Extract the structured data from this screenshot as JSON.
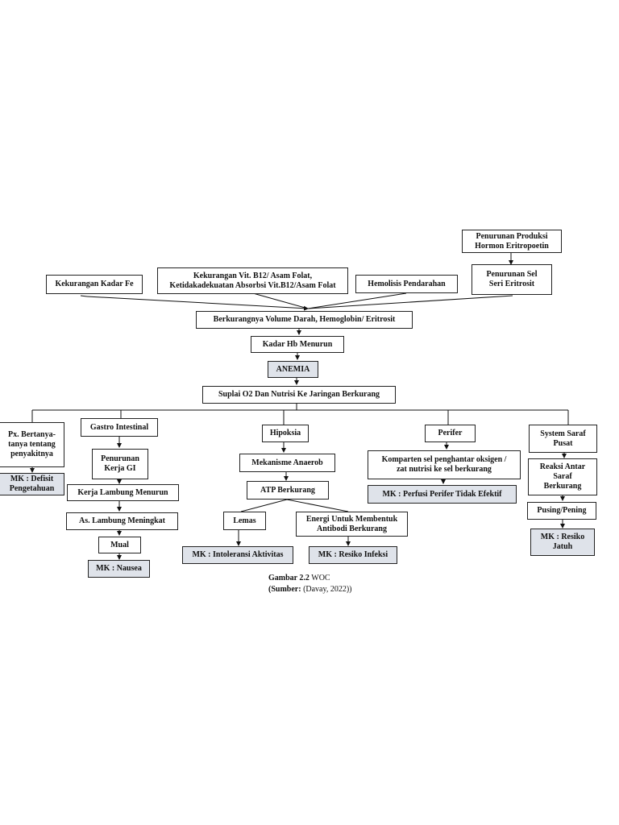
{
  "nodes": {
    "penurunan_produksi": "Penurunan Produksi\nHormon Eritropoetin",
    "penurunan_sel": "Penurunan Sel\nSeri Eritrosit",
    "kekurangan_fe": "Kekurangan Kadar Fe",
    "kekurangan_vit": "Kekurangan Vit. B12/ Asam Folat,\nKetidakadekuatan Absorbsi Vit.B12/Asam Folat",
    "hemolisis": "Hemolisis Pendarahan",
    "berkurangnya_volume": "Berkurangnya Volume Darah, Hemoglobin/ Eritrosit",
    "kadar_hb": "Kadar Hb Menurun",
    "anemia": "ANEMIA",
    "suplai_o2": "Suplai O2 Dan Nutrisi Ke Jaringan Berkurang",
    "px_bertanya": "Px. Bertanya-\ntanya tentang\npenyakitnya",
    "mk_defisit": "MK : Defisit\nPengetahuan",
    "gastro": "Gastro Intestinal",
    "penurunan_kerja_gi": "Penurunan\nKerja GI",
    "kerja_lambung": "Kerja Lambung Menurun",
    "as_lambung": "As. Lambung Meningkat",
    "mual": "Mual",
    "mk_nausea": "MK : Nausea",
    "hipoksia": "Hipoksia",
    "mekanisme": "Mekanisme Anaerob",
    "atp": "ATP Berkurang",
    "lemas": "Lemas",
    "energi": "Energi Untuk Membentuk\nAntibodi Berkurang",
    "mk_intoleransi": "MK : Intoleransi Aktivitas",
    "mk_resiko_infeksi": "MK : Resiko Infeksi",
    "perifer": "Perifer",
    "komparten": "Komparten sel penghantar oksigen /\nzat nutrisi ke sel berkurang",
    "mk_perfusi": "MK : Perfusi Perifer Tidak Efektif",
    "system_saraf": "System Saraf\nPusat",
    "reaksi": "Reaksi Antar\nSaraf\nBerkurang",
    "pusing": "Pusing/Pening",
    "mk_resiko_jatuh": "MK : Resiko\nJatuh"
  },
  "caption": {
    "line1_bold": "Gambar 2.2",
    "line1_rest": " WOC",
    "line2_bold": "(Sumber:",
    "line2_rest": " (Davay, 2022))"
  }
}
